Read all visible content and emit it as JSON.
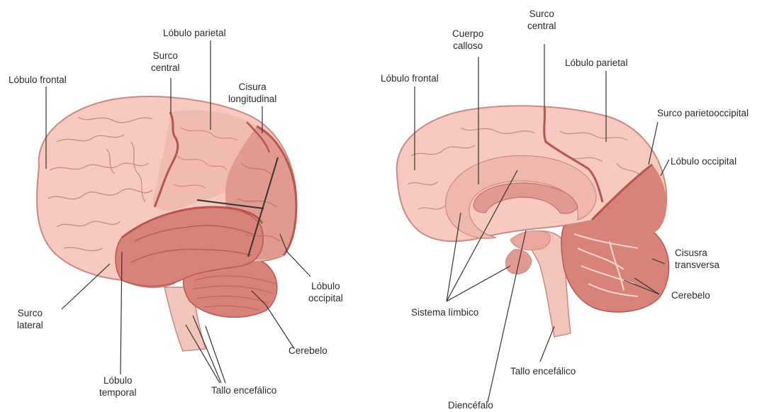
{
  "colors": {
    "brain_light": "#f7c9c0",
    "brain_mid": "#eba79d",
    "brain_dark": "#d88379",
    "brain_darker": "#c86e66",
    "sulcus": "#b9544f",
    "stem": "#f2c5bc",
    "leader_line": "#333333"
  },
  "left_view": {
    "labels": {
      "frontal": "Lóbulo frontal",
      "parietal": "Lóbulo parietal",
      "central": "Surco\ncentral",
      "longitudinal": "Cisura\nlongitudinal",
      "occipital": "Lóbulo\noccipital",
      "lateral": "Surco\nlateral",
      "cerebellum": "Cerebelo",
      "temporal": "Lóbulo\ntemporal",
      "brainstem": "Tallo encefálico"
    }
  },
  "right_view": {
    "labels": {
      "corpus": "Cuerpo\ncalloso",
      "central": "Surco\ncentral",
      "frontal": "Lóbulo frontal",
      "parietal": "Lóbulo parietal",
      "parietooccipital": "Surco parietooccipital",
      "occipital": "Lóbulo occipital",
      "transverse": "Cisusra\ntransversa",
      "cerebellum": "Cerebelo",
      "limbic": "Sistema límbico",
      "brainstem": "Tallo encefálico",
      "diencephalon": "Diencéfalo"
    }
  }
}
